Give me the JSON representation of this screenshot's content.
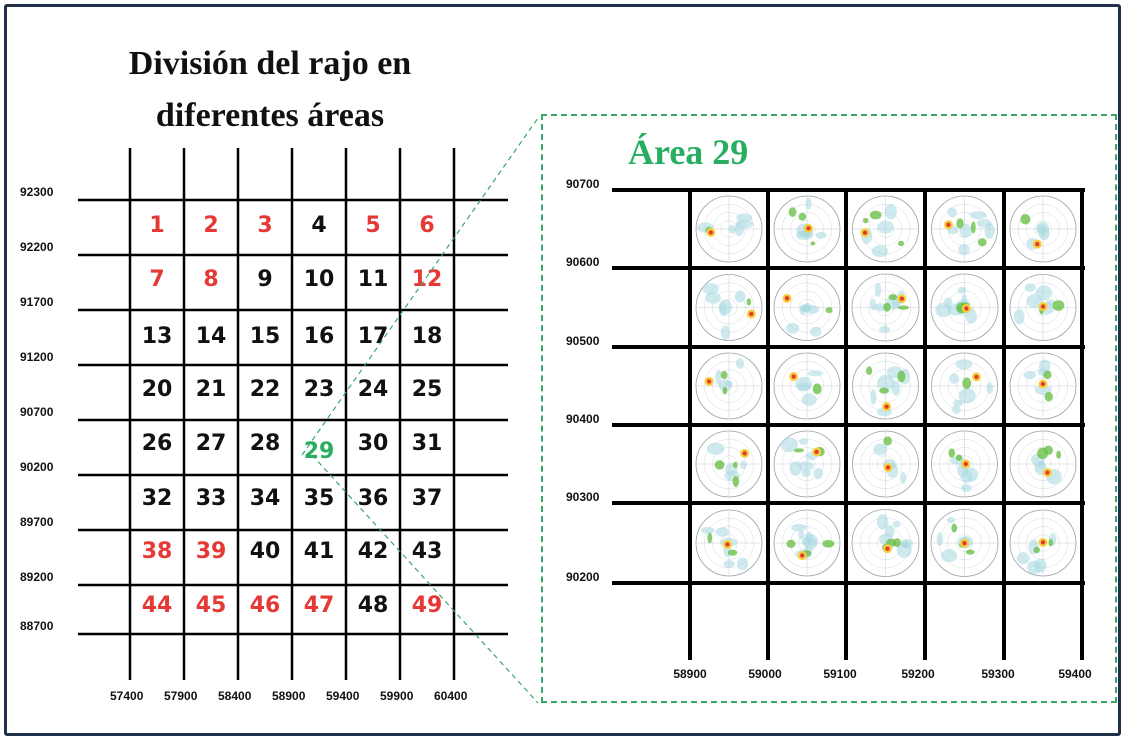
{
  "title": {
    "line1": "División del rajo en",
    "line2": "diferentes áreas"
  },
  "grid": {
    "y_labels": [
      "92300",
      "92200",
      "91700",
      "91200",
      "90700",
      "90200",
      "89700",
      "89200",
      "88700"
    ],
    "x_labels": [
      "57400",
      "57900",
      "58400",
      "58900",
      "59400",
      "59900",
      "60400"
    ],
    "highlight": "29",
    "cells": [
      [
        "1",
        "2",
        "3",
        "4",
        "5",
        "6"
      ],
      [
        "7",
        "8",
        "9",
        "10",
        "11",
        "12"
      ],
      [
        "13",
        "14",
        "15",
        "16",
        "17",
        "18"
      ],
      [
        "20",
        "21",
        "22",
        "23",
        "24",
        "25"
      ],
      [
        "26",
        "27",
        "28",
        "29",
        "30",
        "31"
      ],
      [
        "32",
        "33",
        "34",
        "35",
        "36",
        "37"
      ],
      [
        "38",
        "39",
        "40",
        "41",
        "42",
        "43"
      ],
      [
        "44",
        "45",
        "46",
        "47",
        "48",
        "49"
      ]
    ],
    "red_cells": [
      "1",
      "2",
      "3",
      "5",
      "6",
      "7",
      "8",
      "12",
      "38",
      "39",
      "44",
      "45",
      "46",
      "47",
      "49"
    ],
    "colors": {
      "red": "#e53935",
      "black": "#111111",
      "green": "#27ae60"
    }
  },
  "inset": {
    "title": "Área 29",
    "y_labels": [
      "90700",
      "90600",
      "90500",
      "90400",
      "90300",
      "90200"
    ],
    "x_labels": [
      "58900",
      "59000",
      "59100",
      "59200",
      "59300",
      "59400"
    ],
    "rows": 5,
    "cols": 5,
    "plot_type": "stereonet density plots"
  }
}
